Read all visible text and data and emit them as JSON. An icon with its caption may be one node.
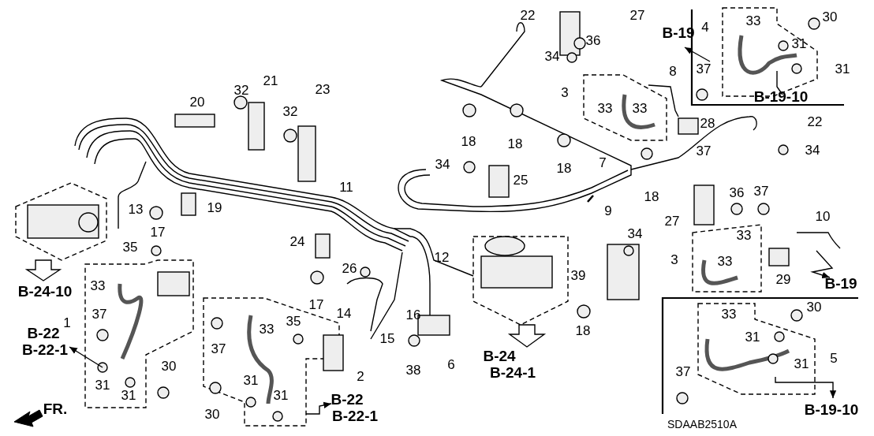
{
  "diagram": {
    "labels": [
      "22",
      "27",
      "30",
      "33",
      "4",
      "B-19",
      "36",
      "31",
      "34",
      "8",
      "37",
      "31",
      "B-19-10",
      "20",
      "32",
      "21",
      "23",
      "3",
      "32",
      "33",
      "33",
      "28",
      "22",
      "18",
      "18",
      "37",
      "34",
      "7",
      "18",
      "34",
      "25",
      "11",
      "36",
      "37",
      "13",
      "19",
      "9",
      "10",
      "18",
      "27",
      "17",
      "24",
      "34",
      "33",
      "12",
      "35",
      "3",
      "33",
      "29",
      "26",
      "B-19",
      "39",
      "B-24-10",
      "33",
      "17",
      "14",
      "16",
      "15",
      "37",
      "1",
      "35",
      "33",
      "B-22",
      "B-22-1",
      "18",
      "33",
      "30",
      "31",
      "37",
      "2",
      "38",
      "6",
      "B-24",
      "B-24-1",
      "31",
      "5",
      "30",
      "37",
      "31",
      "31",
      "31",
      "31",
      "FR.",
      "30",
      "B-22",
      "B-22-1",
      "B-19-10",
      "SDAAB2510A"
    ]
  }
}
